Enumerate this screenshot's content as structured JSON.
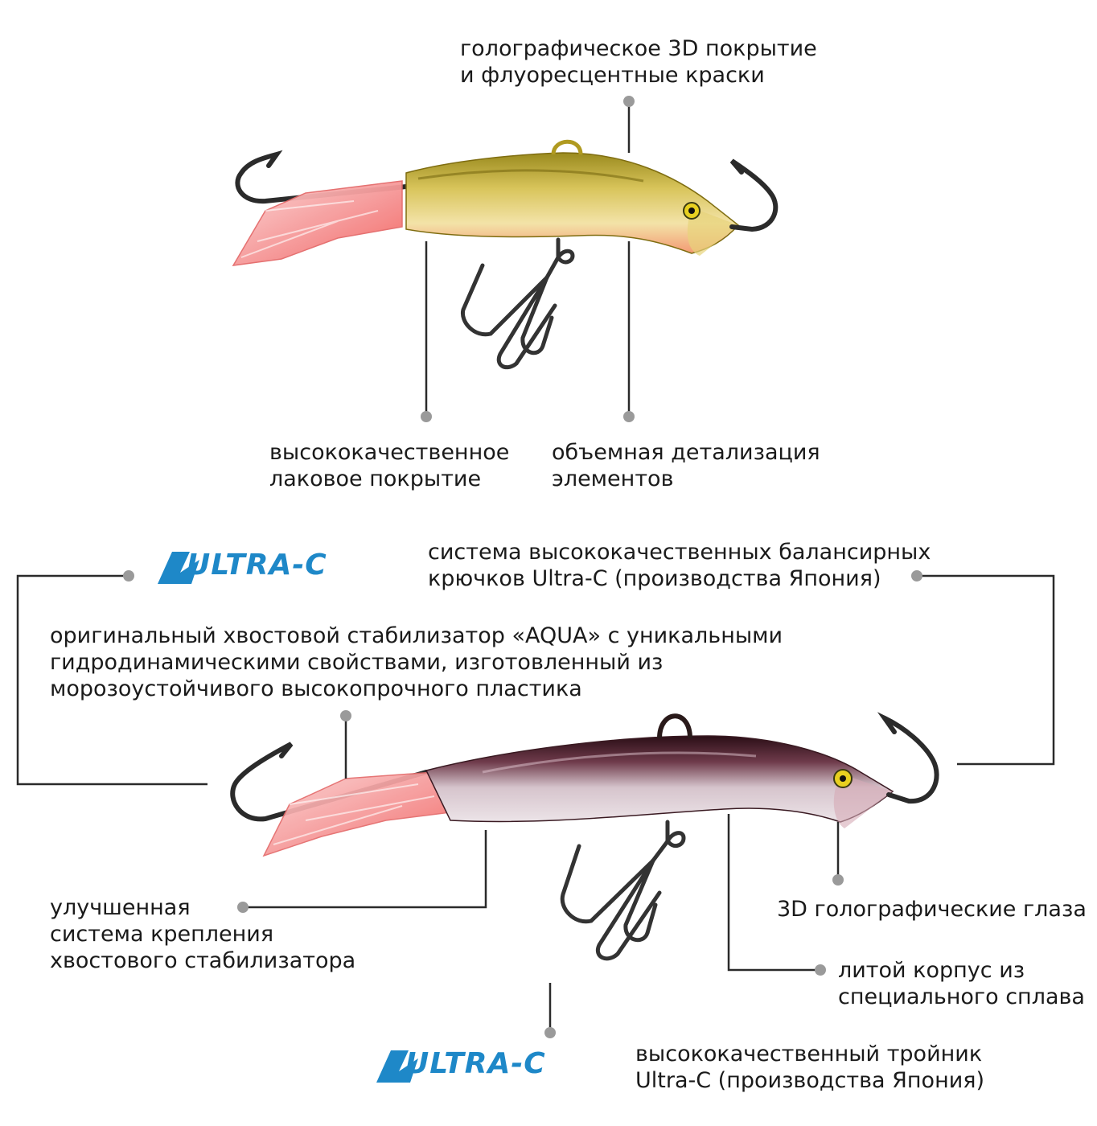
{
  "labels": {
    "top_coating": [
      "голографическое 3D покрытие",
      "и флуоресцентные краски"
    ],
    "lacquer": [
      "высококачественное",
      "лаковое покрытие"
    ],
    "detail": [
      "объемная детализация",
      "элементов"
    ],
    "hooks_system": [
      "система высококачественных балансирных",
      "крючков Ultra-C (производства Япония)"
    ],
    "tail_stabilizer": [
      "оригинальный хвостовой стабилизатор «AQUA» с уникальными",
      "гидродинамическими свойствами, изготовленный из",
      "морозоустойчивого высокопрочного пластика"
    ],
    "tail_mount": [
      "улучшенная",
      "система крепления",
      "хвостового стабилизатора"
    ],
    "eyes": [
      "3D голографические глаза"
    ],
    "body": [
      "литой корпус из",
      "специального сплава"
    ],
    "treble": [
      "высококачественный тройник",
      "Ultra-C (производства Япония)"
    ]
  },
  "logo": {
    "text": "ULTRA-C",
    "color": "#1e88c8"
  },
  "colors": {
    "leader": "#2a2a2a",
    "dot": "#9a9a9a",
    "lure1_body": "#c9b23a",
    "lure1_belly": "#f2a27a",
    "lure2_back": "#4a1f2a",
    "lure2_side": "#c7aab4",
    "tail": "#f47a7a"
  }
}
